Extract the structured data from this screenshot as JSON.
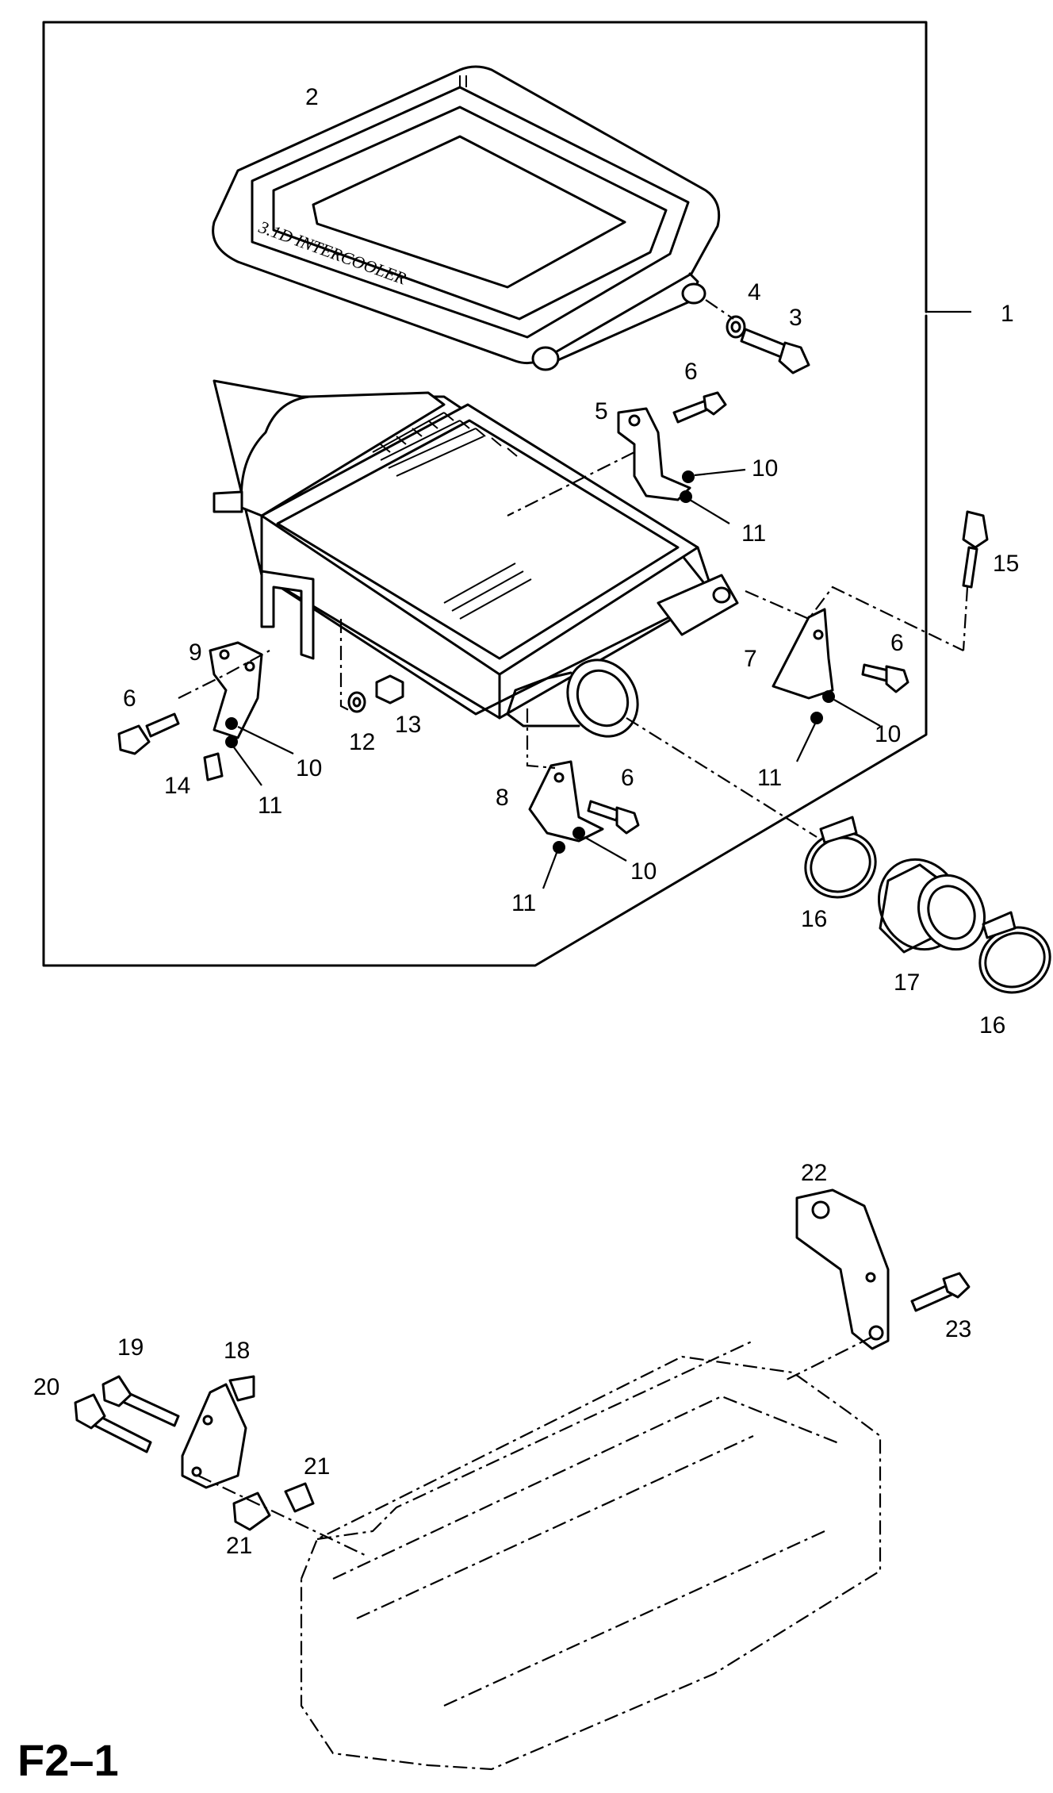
{
  "diagram": {
    "title": "F2–1",
    "embossed_text": "3.1D INTERCOOLER",
    "part_labels": [
      "1",
      "2",
      "3",
      "4",
      "5",
      "6",
      "7",
      "8",
      "9",
      "10",
      "11",
      "12",
      "13",
      "14",
      "15",
      "16",
      "17",
      "18",
      "19",
      "20",
      "21",
      "22",
      "23"
    ]
  },
  "callouts": {
    "c1": "1",
    "c2": "2",
    "c3": "3",
    "c4": "4",
    "c5": "5",
    "c6a": "6",
    "c6b": "6",
    "c6c": "6",
    "c6d": "6",
    "c7": "7",
    "c8": "8",
    "c9": "9",
    "c10a": "10",
    "c10b": "10",
    "c10c": "10",
    "c10d": "10",
    "c11a": "11",
    "c11b": "11",
    "c11c": "11",
    "c11d": "11",
    "c12": "12",
    "c13": "13",
    "c14": "14",
    "c15": "15",
    "c16a": "16",
    "c16b": "16",
    "c17": "17",
    "c18": "18",
    "c19": "19",
    "c20": "20",
    "c21a": "21",
    "c21b": "21",
    "c22": "22",
    "c23": "23"
  }
}
